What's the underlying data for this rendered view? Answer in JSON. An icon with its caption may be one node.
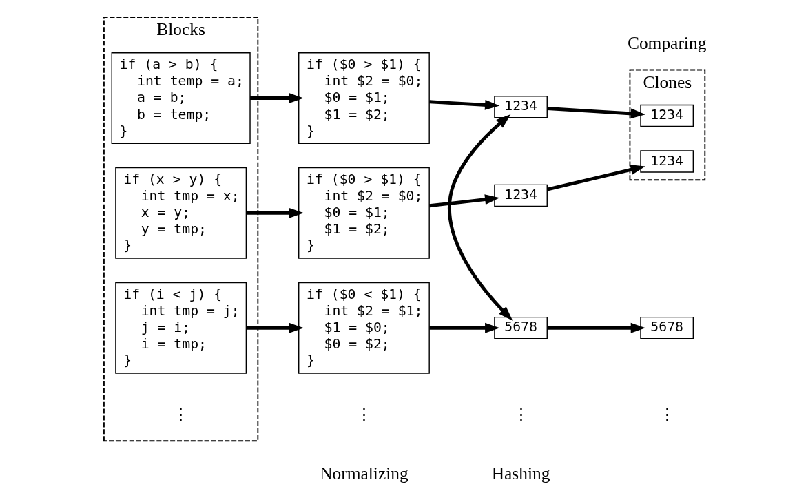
{
  "diagram": {
    "nodes": [
      {
        "text": [
          "Blocks"
        ]
      },
      {
        "text": [
          "if (a > b) {",
          "int temp = a;",
          "a = b;",
          "b = temp;",
          "}"
        ],
        "in": 0
      },
      {
        "text": [
          "if (x > y) {",
          "int tmp = x;",
          "x = y;",
          "y = tmp;",
          "}"
        ],
        "in": 0
      },
      {
        "text": [
          "if (i < j) {",
          "int tmp = j;",
          "j = i;",
          "i = tmp;",
          "}"
        ],
        "in": 0
      },
      {
        "text": [
          "if ($0 > $1) {",
          "int $2 = $0;",
          "$0 = $1;",
          "$1 = $2;",
          "}"
        ]
      },
      {
        "text": [
          "if ($0 > $1) {",
          "int $2 = $0;",
          "$0 = $1;",
          "$1 = $2;",
          "}"
        ]
      },
      {
        "text": [
          "if ($0 < $1) {",
          "int $2 = $1;",
          "$1 = $0;",
          "$0 = $2;",
          "}"
        ]
      },
      {
        "text": [
          "1234"
        ]
      },
      {
        "text": [
          "1234"
        ]
      },
      {
        "text": [
          "5678"
        ]
      },
      {
        "text": [
          "Clones"
        ]
      },
      {
        "text": [
          "1234"
        ],
        "in": 10
      },
      {
        "text": [
          "1234"
        ],
        "in": 10
      },
      {
        "text": [
          "5678"
        ]
      }
    ],
    "edges": [
      {
        "from": 1,
        "to": 4,
        "arrow": "to"
      },
      {
        "from": 2,
        "to": 5,
        "arrow": "to"
      },
      {
        "from": 3,
        "to": 6,
        "arrow": "to"
      },
      {
        "from": 4,
        "to": 7,
        "arrow": "to"
      },
      {
        "from": 5,
        "to": 8,
        "arrow": "to"
      },
      {
        "from": 6,
        "to": 9,
        "arrow": "to"
      },
      {
        "from": 7,
        "to": 11,
        "arrow": "to"
      },
      {
        "from": 8,
        "to": 12,
        "arrow": "to"
      },
      {
        "from": 9,
        "to": 13,
        "arrow": "to"
      },
      {
        "from": 7,
        "to": 9,
        "arrow": "both"
      }
    ],
    "labels": [
      "Normalizing",
      "Hashing",
      "Comparing",
      "⋮",
      "⋮",
      "⋮",
      "⋮"
    ]
  }
}
